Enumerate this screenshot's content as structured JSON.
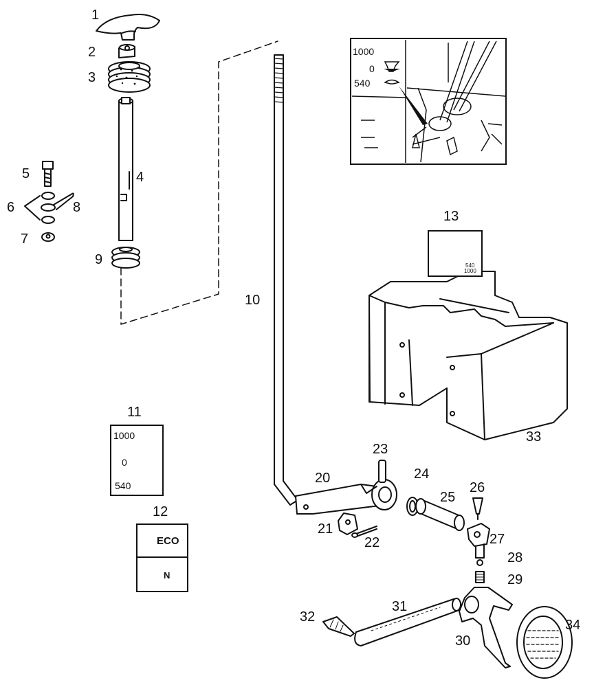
{
  "callouts": [
    "1",
    "2",
    "3",
    "4",
    "5",
    "6",
    "7",
    "8",
    "9",
    "10",
    "11",
    "12",
    "13",
    "23",
    "20",
    "24",
    "25",
    "26",
    "21",
    "22",
    "27",
    "28",
    "29",
    "31",
    "32",
    "30",
    "34",
    "33"
  ],
  "inset": {
    "speeds": [
      "1000",
      "0",
      "540"
    ]
  },
  "decal_11": {
    "speeds": [
      "1000",
      "0",
      "540"
    ]
  },
  "decal_12": {
    "eco_label": "ECO",
    "n_label": "N"
  },
  "decal_13": {
    "speed_top": "540",
    "speed_bottom": "1000"
  }
}
